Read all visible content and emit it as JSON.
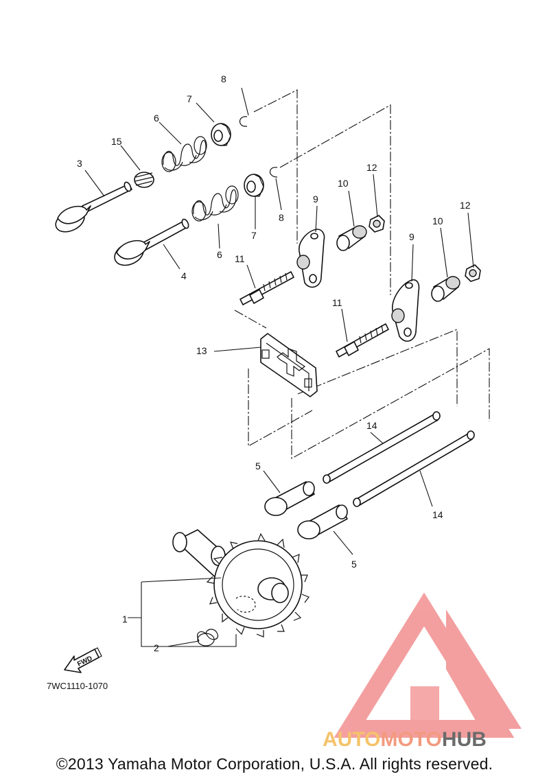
{
  "labels": {
    "p1": "1",
    "p2": "2",
    "p3": "3",
    "p4": "4",
    "p5a": "5",
    "p5b": "5",
    "p6a": "6",
    "p6b": "6",
    "p7a": "7",
    "p7b": "7",
    "p8a": "8",
    "p8b": "8",
    "p9a": "9",
    "p9b": "9",
    "p10a": "10",
    "p10b": "10",
    "p11a": "11",
    "p11b": "11",
    "p12a": "12",
    "p12b": "12",
    "p13": "13",
    "p14a": "14",
    "p14b": "14",
    "p15": "15"
  },
  "fwd_label": "FWD",
  "diagram_code": "7WC1110-1070",
  "watermark": {
    "part1": "AUTO",
    "part2": "MOTO",
    "part3": "HUB",
    "colors": {
      "auto": "#f5c36b",
      "moto": "#f39a7f",
      "hub": "#6b6b6b",
      "triangle": "#f28f8f"
    }
  },
  "copyright": "©2013 Yamaha Motor Corporation, U.S.A. All rights reserved."
}
